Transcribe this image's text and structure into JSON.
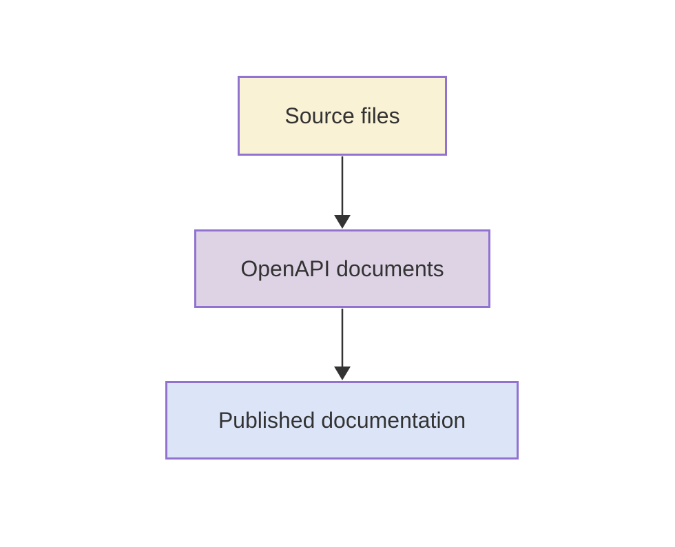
{
  "diagram": {
    "type": "flowchart",
    "direction": "top-down",
    "nodes": [
      {
        "id": "source-files",
        "label": "Source files"
      },
      {
        "id": "openapi-documents",
        "label": "OpenAPI documents"
      },
      {
        "id": "published-documentation",
        "label": "Published documentation"
      }
    ],
    "edges": [
      {
        "from": "source-files",
        "to": "openapi-documents",
        "style": "arrow-down"
      },
      {
        "from": "openapi-documents",
        "to": "published-documentation",
        "style": "arrow-down"
      }
    ]
  },
  "colors": {
    "background": "#ffffff",
    "node-border": "#9172D1",
    "node-source-fill": "#FAF2D5",
    "node-openapi-fill": "#DED3E5",
    "node-published-fill": "#DCE5F8",
    "text": "#333333",
    "arrow": "#333333"
  }
}
